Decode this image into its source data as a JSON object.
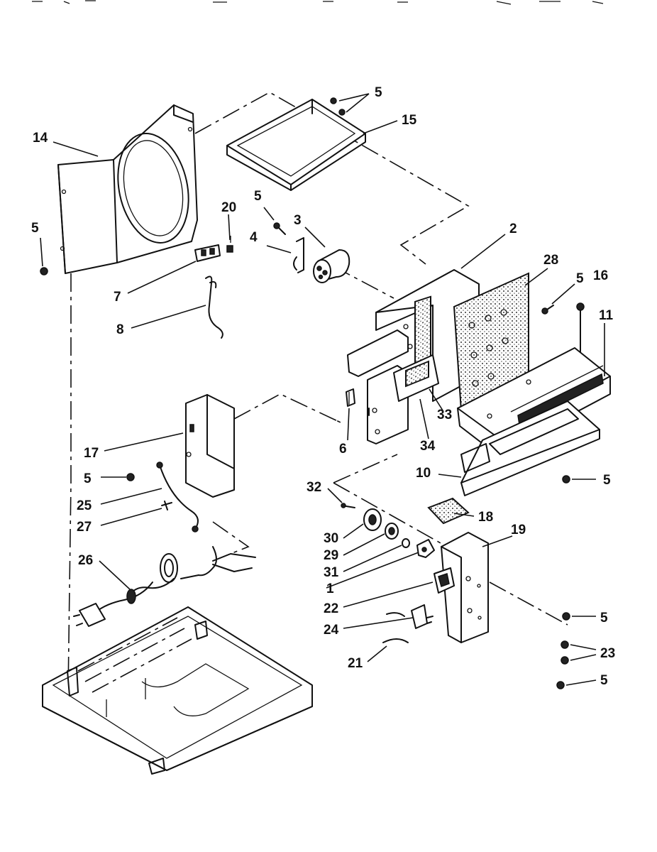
{
  "callouts": {
    "c5_top": "5",
    "c15": "15",
    "c14": "14",
    "c20": "20",
    "c5_left_panel": "5",
    "c5_cap": "5",
    "c3": "3",
    "c4": "4",
    "c2": "2",
    "c28": "28",
    "c5_grille": "5",
    "c16": "16",
    "c11": "11",
    "c7": "7",
    "c8": "8",
    "c33": "33",
    "c34": "34",
    "c6": "6",
    "c17": "17",
    "c5_bracket": "5",
    "c10": "10",
    "c5_tray": "5",
    "c25": "25",
    "c32": "32",
    "c27": "27",
    "c18": "18",
    "c19": "19",
    "c30": "30",
    "c29": "29",
    "c26": "26",
    "c31": "31",
    "c1": "1",
    "c22": "22",
    "c5_ctrl_upper": "5",
    "c24": "24",
    "c23": "23",
    "c21": "21",
    "c5_ctrl_lower": "5"
  }
}
